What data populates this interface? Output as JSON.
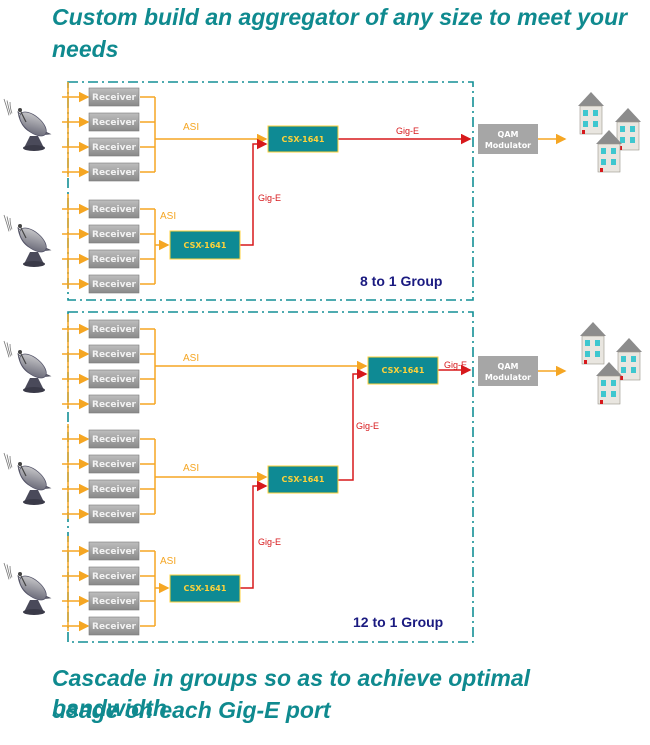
{
  "header": {
    "title_line1": "Custom build an aggregator of any size to meet your",
    "title_line2": "needs"
  },
  "footer": {
    "caption_line1": "Cascade in groups so as to achieve optimal bandwidth",
    "caption_line2": "usage on each Gig-E port"
  },
  "labels": {
    "receiver": "Receiver",
    "csx": "CSX-1641",
    "qam_line1": "QAM",
    "qam_line2": "Modulator",
    "asi": "ASI",
    "gige": "Gig-E"
  },
  "groups": {
    "top": "8 to 1  Group",
    "bottom": "12 to 1  Group"
  },
  "colors": {
    "title_teal": "#0f8a8f",
    "group_border": "#138f96",
    "asi_orange": "#f5a623",
    "gige_red": "#d7191c",
    "csx_fill": "#0e8a94",
    "receiver_fill": "#9e9e9e"
  }
}
